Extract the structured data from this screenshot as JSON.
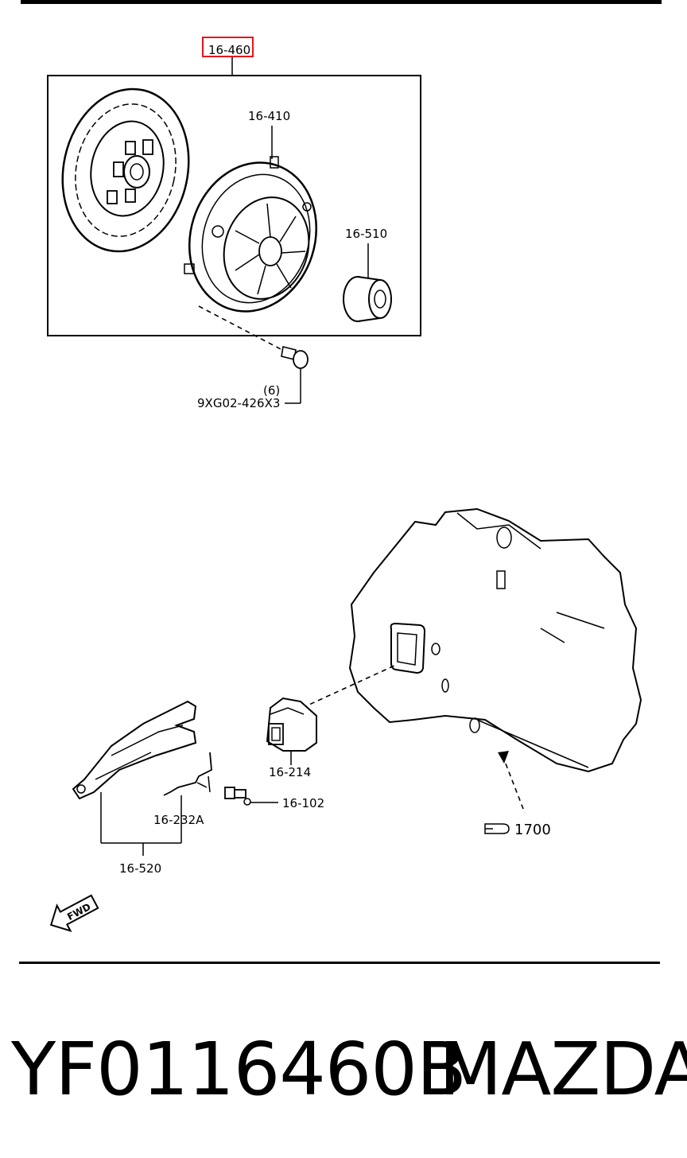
{
  "callouts": {
    "clutch_set": "16-460",
    "clutch_cover": "16-410",
    "release_bearing": "16-510",
    "bolt_qty": "(6)",
    "bolt_part": "9XG02-426X3",
    "boot": "16-214",
    "pivot_bolt": "16-102",
    "spring_clip": "16-232A",
    "release_fork": "16-520",
    "transmission_ref": "1700",
    "fwd_arrow": "FWD"
  },
  "footer": {
    "part_number": "YF0116460B",
    "brand": "MAZDA"
  },
  "colors": {
    "highlight": "#e8141a",
    "ink": "#000000"
  }
}
